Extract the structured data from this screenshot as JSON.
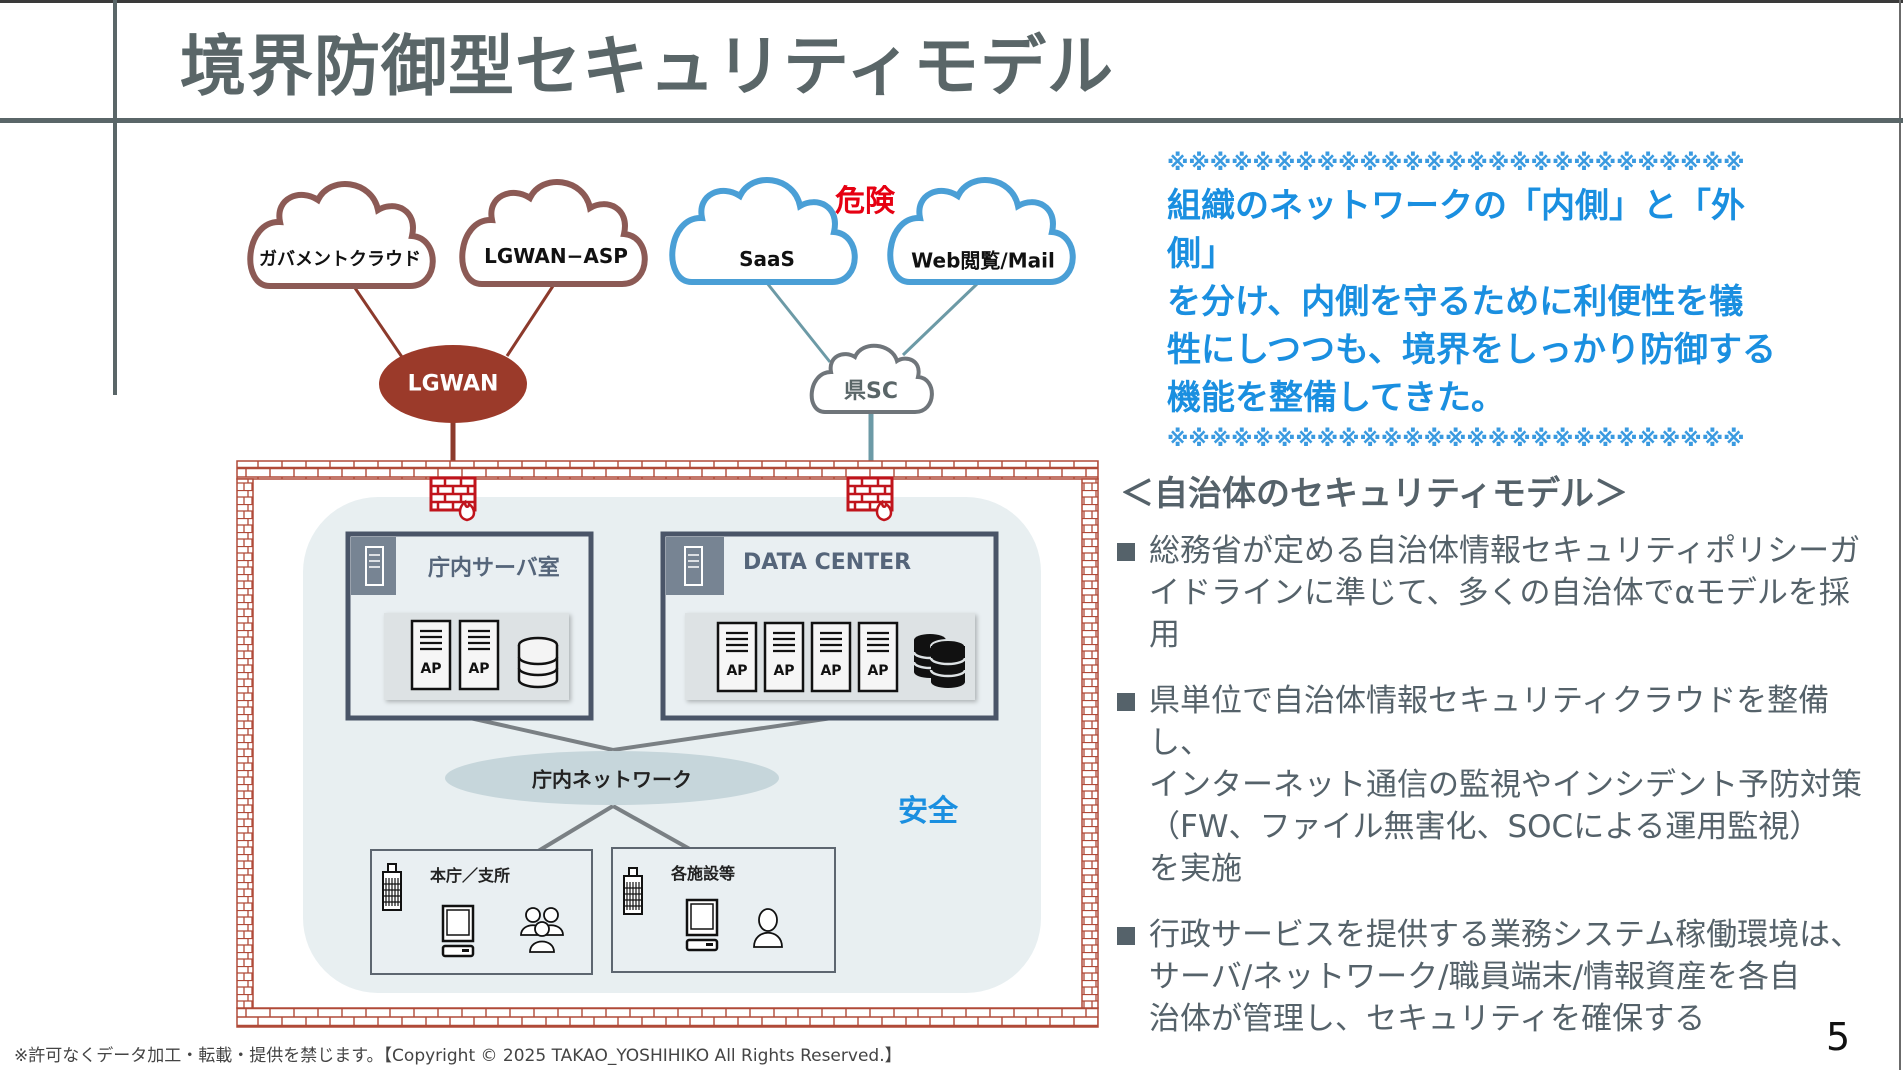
{
  "slide": {
    "title": "境界防御型セキュリティモデル",
    "page_number": "5",
    "footer": "※許可なくデータ加工・転載・提供を禁じます。【Copyright © 2025 TAKAO_YOSHIHIKO All Rights Reserved.】"
  },
  "diagram": {
    "clouds": {
      "gov_cloud": "ガバメントクラウド",
      "lgwan_asp": "LGWAN−ASP",
      "saas": "SaaS",
      "web_mail": "Web閲覧/Mail",
      "pref_sc": "県SC"
    },
    "lgwan": "LGWAN",
    "danger_label": "危険",
    "safe_label": "安全",
    "server_room": {
      "title": "庁内サーバ室",
      "servers": [
        "AP",
        "AP"
      ],
      "storage_icon": "database-icon"
    },
    "data_center": {
      "title": "DATA CENTER",
      "servers": [
        "AP",
        "AP",
        "AP",
        "AP"
      ],
      "storage_icon": "database-stack-icon"
    },
    "internal_network": "庁内ネットワーク",
    "offices": [
      {
        "label": "本庁／支所",
        "people_icon": "group-users-icon"
      },
      {
        "label": "各施設等",
        "people_icon": "user-icon"
      }
    ],
    "colors": {
      "lgwan": "#9b3a2a",
      "lgwan_cloud_stroke": "#8c5a55",
      "internet_cloud_stroke": "#4a9fd6",
      "pref_cloud_stroke": "#6f757a",
      "brick": "#b04a38",
      "firewall": "#c0141c",
      "safe_zone": "#e8eff1",
      "room_border": "#4a5568",
      "network_ellipse": "#c6d6db",
      "danger": "#e60012",
      "safe": "#1a8fe0"
    }
  },
  "callout": {
    "border": "※※※※※※※※※※※※※※※※※※※※※※※※※※※",
    "lines": [
      "組織のネットワークの「内側」と「外側」",
      "を分け、内側を守るために利便性を犠",
      "牲にしつつも、境界をしっかり防御する",
      "機能を整備してきた。"
    ]
  },
  "model_section": {
    "heading": "＜自治体のセキュリティモデル＞",
    "bullets": [
      {
        "lines": [
          "総務省が定める自治体情報セキュリティポリシーガ",
          "イドラインに準じて、多くの自治体でαモデルを採用"
        ]
      },
      {
        "lines": [
          "県単位で自治体情報セキュリティクラウドを整備し、",
          "インターネット通信の監視やインシデント予防対策",
          "（FW、ファイル無害化、SOCによる運用監視）",
          "を実施"
        ]
      },
      {
        "lines": [
          "行政サービスを提供する業務システム稼働環境は、",
          "サーバ/ネットワーク/職員端末/情報資産を各自",
          "治体が管理し、セキュリティを確保する"
        ]
      }
    ]
  }
}
